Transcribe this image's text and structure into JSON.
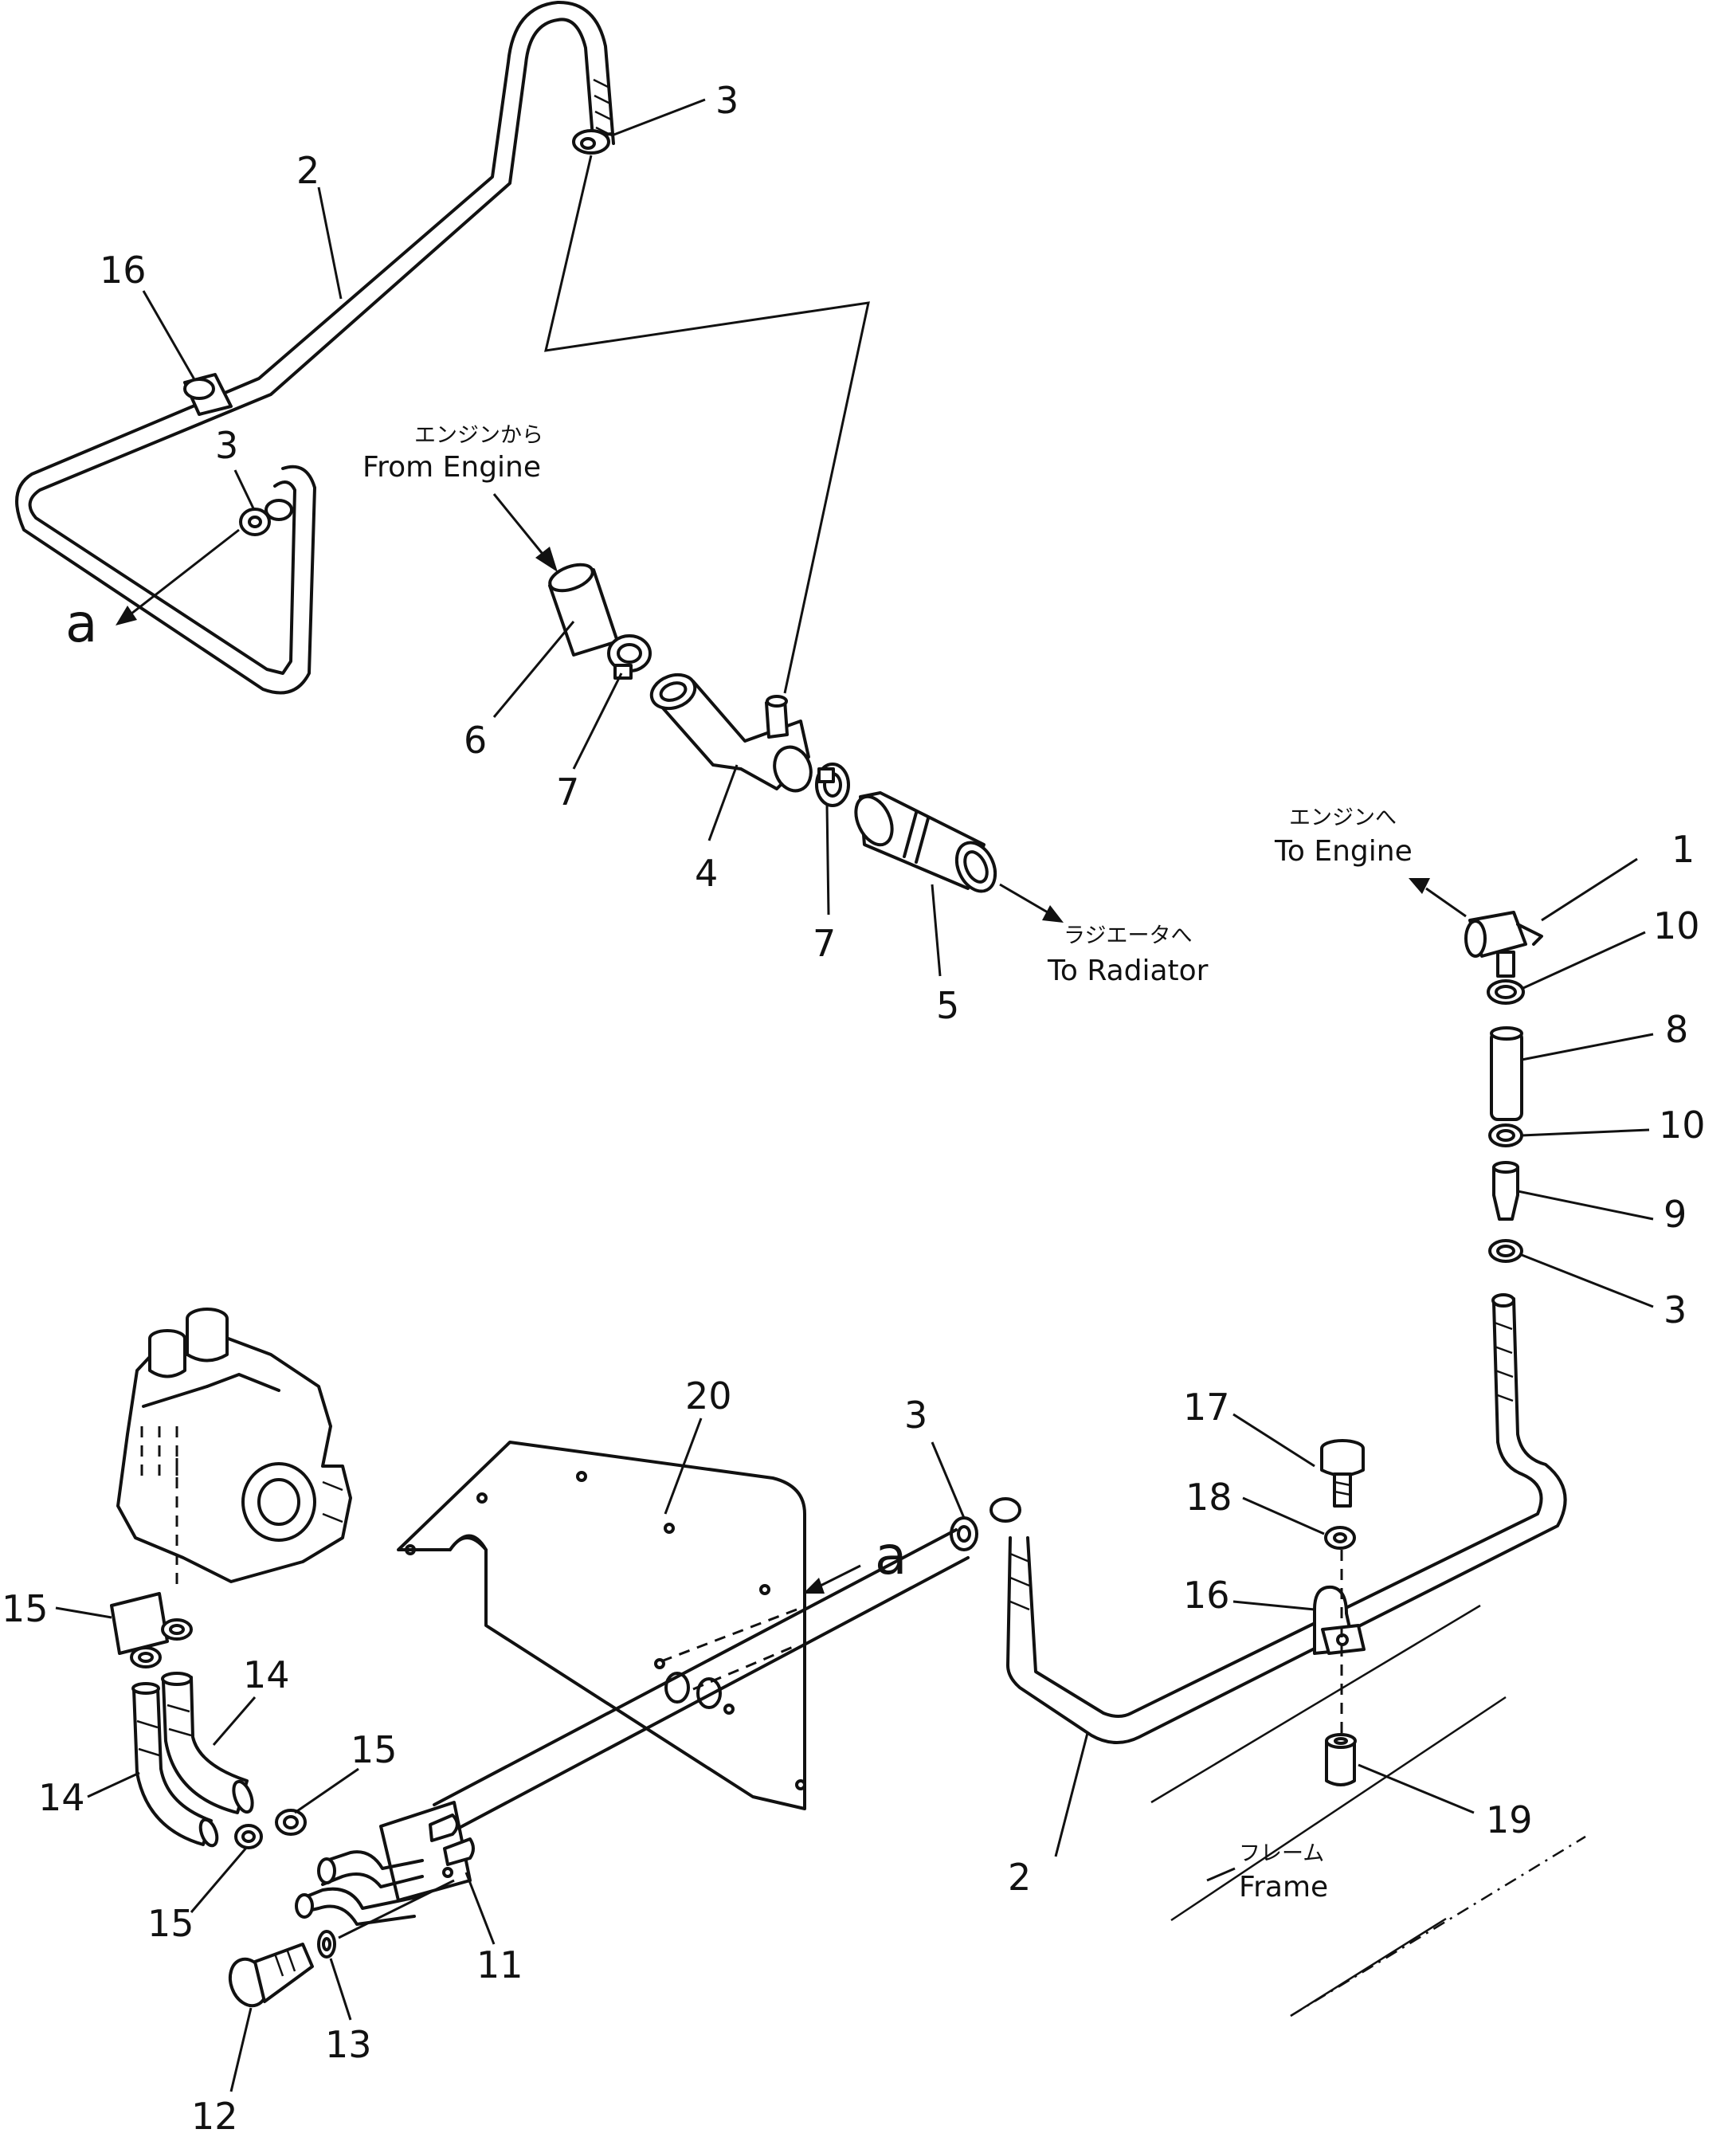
{
  "callouts": {
    "c1": "1",
    "c2a": "2",
    "c2b": "2",
    "c3a": "3",
    "c3b": "3",
    "c3c": "3",
    "c3d": "3",
    "c4": "4",
    "c5": "5",
    "c6": "6",
    "c7a": "7",
    "c7b": "7",
    "c8": "8",
    "c9": "9",
    "c10a": "10",
    "c10b": "10",
    "c11": "11",
    "c12": "12",
    "c13": "13",
    "c14a": "14",
    "c14b": "14",
    "c15a": "15",
    "c15b": "15",
    "c15c": "15",
    "c16a": "16",
    "c16b": "16",
    "c17": "17",
    "c18": "18",
    "c19": "19",
    "c20": "20"
  },
  "connection_marks": {
    "a_top": "a",
    "a_bottom": "a"
  },
  "annotations": {
    "from_engine_jp": "エンジンから",
    "from_engine_en": "From Engine",
    "to_radiator_jp": "ラジエータへ",
    "to_radiator_en": "To Radiator",
    "to_engine_jp": "エンジンへ",
    "to_engine_en": "To Engine",
    "frame_jp": "フレーム",
    "frame_en": "Frame"
  }
}
